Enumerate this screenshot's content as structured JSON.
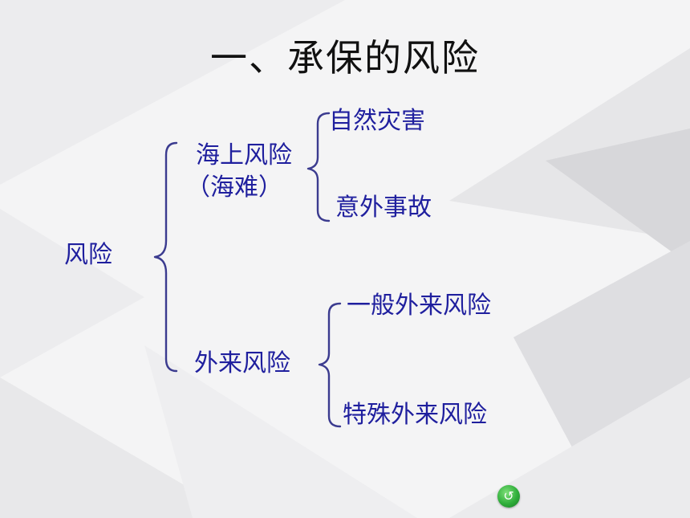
{
  "title": "一、承保的风险",
  "colors": {
    "label": "#1f1f9e",
    "brace": "#3b3b8f",
    "title": "#111111",
    "nav_button": "#2fae3a"
  },
  "tree": {
    "root": "风险",
    "branches": [
      {
        "label_line1": "海上风险",
        "label_line2": "（海难）",
        "children": [
          "自然灾害",
          "意外事故"
        ]
      },
      {
        "label_line1": "外来风险",
        "children": [
          "一般外来风险",
          "特殊外来风险"
        ]
      }
    ]
  },
  "nav": {
    "icon": "return-icon",
    "glyph": "↺"
  }
}
